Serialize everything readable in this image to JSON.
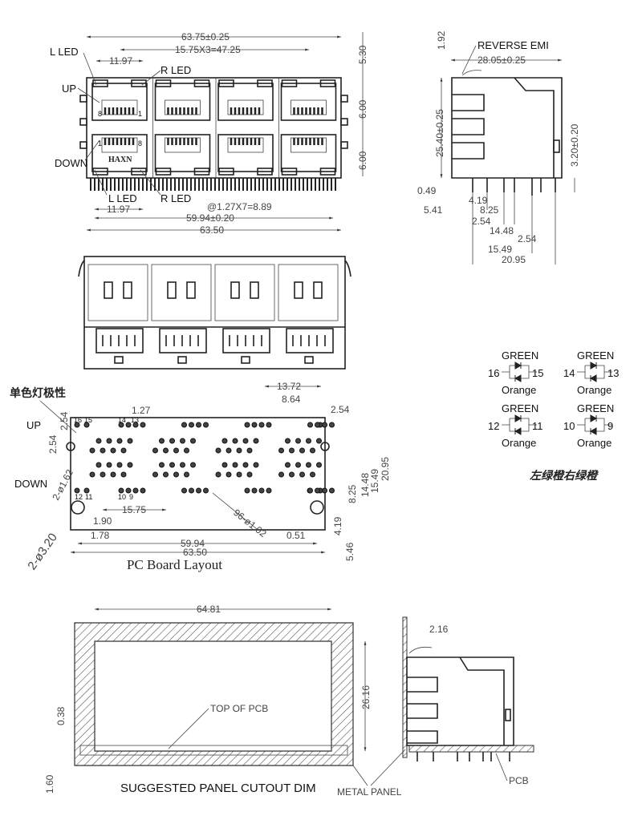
{
  "front_view": {
    "dims": {
      "overall_top": "63.75±0.25",
      "pitch": "15.75X3=47.25",
      "led_top": "11.97",
      "led_bottom": "11.97",
      "pin_pitch": "@1.27X7=8.89",
      "pin_span": "59.94±0.20",
      "overall_bottom": "63.50",
      "right_1": "5.30",
      "right_2": "6.00",
      "right_3": "6.00"
    },
    "labels": {
      "l_led_top": "L LED",
      "r_led_top": "R LED",
      "up": "UP",
      "down": "DOWN",
      "brand": "HAXN",
      "l_led_bottom": "L LED",
      "r_led_bottom": "R LED",
      "pin8_top": "8",
      "pin1_top": "1",
      "pin1_bottom": "1",
      "pin8_bottom": "8"
    }
  },
  "side_view": {
    "label": "REVERSE EMI",
    "dims": {
      "top_offset": "1.92",
      "depth": "28.05±0.25",
      "height": "25.40±0.25",
      "standoff": "3.20±0.20",
      "d049": "0.49",
      "d419": "4.19",
      "d541": "5.41",
      "d825": "8.25",
      "d254a": "2.54",
      "d1448": "14.48",
      "d254b": "2.54",
      "d1549": "15.49",
      "d2095": "20.95"
    }
  },
  "led_schematic": {
    "items": [
      {
        "top": "GREEN",
        "left": "16",
        "right": "15",
        "bottom": "Orange"
      },
      {
        "top": "GREEN",
        "left": "14",
        "right": "13",
        "bottom": "Orange"
      },
      {
        "top": "GREEN",
        "left": "12",
        "right": "11",
        "bottom": "Orange"
      },
      {
        "top": "GREEN",
        "left": "10",
        "right": "9",
        "bottom": "Orange"
      }
    ],
    "caption": "左绿橙右绿橙"
  },
  "pcb_layout": {
    "title": "PC Board Layout",
    "polarity_note": "单色灯极性",
    "labels": {
      "up": "UP",
      "down": "DOWN"
    },
    "pin_numbers": {
      "p16": "16",
      "p15": "15",
      "p14": "14",
      "p13": "13",
      "p12": "12",
      "p11": "11",
      "p10": "10",
      "p9": "9"
    },
    "dims": {
      "d1372": "13.72",
      "d864": "8.64",
      "d254_right": "2.54",
      "d127": "1.27",
      "d254_v1": "2.54",
      "d254_v2": "2.54",
      "hole_small": "2-ø1.62",
      "hole_large": "2-ø3.20",
      "d1575": "15.75",
      "d190": "1.90",
      "d178": "1.78",
      "holes": "96-ø1.02",
      "d051": "0.51",
      "d5994": "59.94",
      "d6350": "63.50",
      "d2095": "20.95",
      "d1549": "15.49",
      "d1448": "14.48",
      "d825": "8.25",
      "d419": "4.19",
      "d546": "5.46"
    }
  },
  "panel_cutout": {
    "title": "SUGGESTED PANEL CUTOUT DIM",
    "top_of_pcb": "TOP OF PCB",
    "metal_panel": "METAL PANEL",
    "pcb": "PCB",
    "dims": {
      "width": "64.81",
      "height": "26.16",
      "d038": "0.38",
      "d160": "1.60",
      "d216": "2.16"
    }
  }
}
